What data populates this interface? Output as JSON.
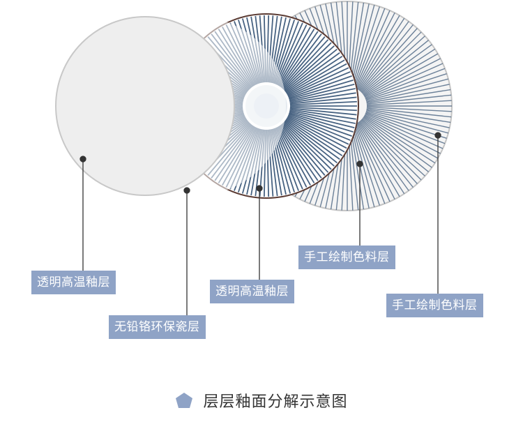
{
  "colors": {
    "label_bg": "#8fa3c6",
    "label_text": "#ffffff",
    "glaze_layer": "#eeeeee",
    "pigment_layer": "#a9a9a9",
    "stripe_color": "#3d5a7a",
    "leader_line": "#333333",
    "caption_icon": "#8fa3c6"
  },
  "layers": [
    {
      "id": "back-pigment",
      "label": "手工绘制色料层"
    },
    {
      "id": "striped-pigment",
      "label": "手工绘制色料层"
    },
    {
      "id": "striped-body",
      "label": "透明高温釉层"
    },
    {
      "id": "porcelain",
      "label": "无铅铬环保瓷层"
    },
    {
      "id": "front-glaze",
      "label": "透明高温釉层"
    }
  ],
  "caption": {
    "icon": "pentagon-icon",
    "text": "层层釉面分解示意图"
  }
}
